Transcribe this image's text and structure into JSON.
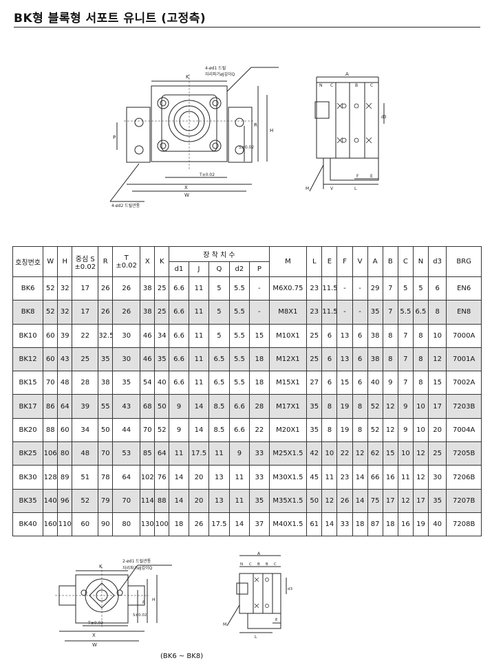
{
  "title": "BK형 블록형 서포트 유니트 (고정측)",
  "caption": "(BK6 ~ BK8)",
  "drawing_labels": {
    "hole_note_1": "4-ød1 드릴",
    "hole_note_2": "자리파기øJ깊이Q",
    "tap_note": "4-ød2 드릴관통",
    "k": "K",
    "t": "T±0.02",
    "x": "X",
    "w": "W",
    "p": "P",
    "s": "S±0.02",
    "r": "R",
    "h": "H",
    "a": "A",
    "n": "N",
    "c": "C",
    "b": "B",
    "d3": "d3",
    "f": "F",
    "e": "E",
    "m": "M",
    "v": "V",
    "l": "L",
    "small_hole_note_1": "2-ød1 드릴관통",
    "small_hole_note_2": "자리파기øJ깊이Q"
  },
  "table": {
    "header_top": [
      "호칭번호",
      "W",
      "H",
      "중심 S ±0.02",
      "R",
      "T ±0.02",
      "X",
      "K",
      "장 착 치 수",
      "M",
      "L",
      "E",
      "F",
      "V",
      "A",
      "B",
      "C",
      "N",
      "d3",
      "BRG"
    ],
    "header_sub": [
      "d1",
      "J",
      "Q",
      "d2",
      "P"
    ],
    "rows": [
      [
        "BK6",
        "52",
        "32",
        "17",
        "26",
        "26",
        "38",
        "25",
        "6.6",
        "11",
        "5",
        "5.5",
        "-",
        "M6X0.75",
        "23",
        "11.5",
        "-",
        "-",
        "29",
        "7",
        "5",
        "5",
        "6",
        "EN6"
      ],
      [
        "BK8",
        "52",
        "32",
        "17",
        "26",
        "26",
        "38",
        "25",
        "6.6",
        "11",
        "5",
        "5.5",
        "-",
        "M8X1",
        "23",
        "11.5",
        "-",
        "-",
        "35",
        "7",
        "5.5",
        "6.5",
        "8",
        "EN8"
      ],
      [
        "BK10",
        "60",
        "39",
        "22",
        "32.5",
        "30",
        "46",
        "34",
        "6.6",
        "11",
        "5",
        "5.5",
        "15",
        "M10X1",
        "25",
        "6",
        "13",
        "6",
        "38",
        "8",
        "7",
        "8",
        "10",
        "7000A"
      ],
      [
        "BK12",
        "60",
        "43",
        "25",
        "35",
        "30",
        "46",
        "35",
        "6.6",
        "11",
        "6.5",
        "5.5",
        "18",
        "M12X1",
        "25",
        "6",
        "13",
        "6",
        "38",
        "8",
        "7",
        "8",
        "12",
        "7001A"
      ],
      [
        "BK15",
        "70",
        "48",
        "28",
        "38",
        "35",
        "54",
        "40",
        "6.6",
        "11",
        "6.5",
        "5.5",
        "18",
        "M15X1",
        "27",
        "6",
        "15",
        "6",
        "40",
        "9",
        "7",
        "8",
        "15",
        "7002A"
      ],
      [
        "BK17",
        "86",
        "64",
        "39",
        "55",
        "43",
        "68",
        "50",
        "9",
        "14",
        "8.5",
        "6.6",
        "28",
        "M17X1",
        "35",
        "8",
        "19",
        "8",
        "52",
        "12",
        "9",
        "10",
        "17",
        "7203B"
      ],
      [
        "BK20",
        "88",
        "60",
        "34",
        "50",
        "44",
        "70",
        "52",
        "9",
        "14",
        "8.5",
        "6.6",
        "22",
        "M20X1",
        "35",
        "8",
        "19",
        "8",
        "52",
        "12",
        "9",
        "10",
        "20",
        "7004A"
      ],
      [
        "BK25",
        "106",
        "80",
        "48",
        "70",
        "53",
        "85",
        "64",
        "11",
        "17.5",
        "11",
        "9",
        "33",
        "M25X1.5",
        "42",
        "10",
        "22",
        "12",
        "62",
        "15",
        "10",
        "12",
        "25",
        "7205B"
      ],
      [
        "BK30",
        "128",
        "89",
        "51",
        "78",
        "64",
        "102",
        "76",
        "14",
        "20",
        "13",
        "11",
        "33",
        "M30X1.5",
        "45",
        "11",
        "23",
        "14",
        "66",
        "16",
        "11",
        "12",
        "30",
        "7206B"
      ],
      [
        "BK35",
        "140",
        "96",
        "52",
        "79",
        "70",
        "114",
        "88",
        "14",
        "20",
        "13",
        "11",
        "35",
        "M35X1.5",
        "50",
        "12",
        "26",
        "14",
        "75",
        "17",
        "12",
        "17",
        "35",
        "7207B"
      ],
      [
        "BK40",
        "160",
        "110",
        "60",
        "90",
        "80",
        "130",
        "100",
        "18",
        "26",
        "17.5",
        "14",
        "37",
        "M40X1.5",
        "61",
        "14",
        "33",
        "18",
        "87",
        "18",
        "16",
        "19",
        "40",
        "7208B"
      ]
    ]
  }
}
